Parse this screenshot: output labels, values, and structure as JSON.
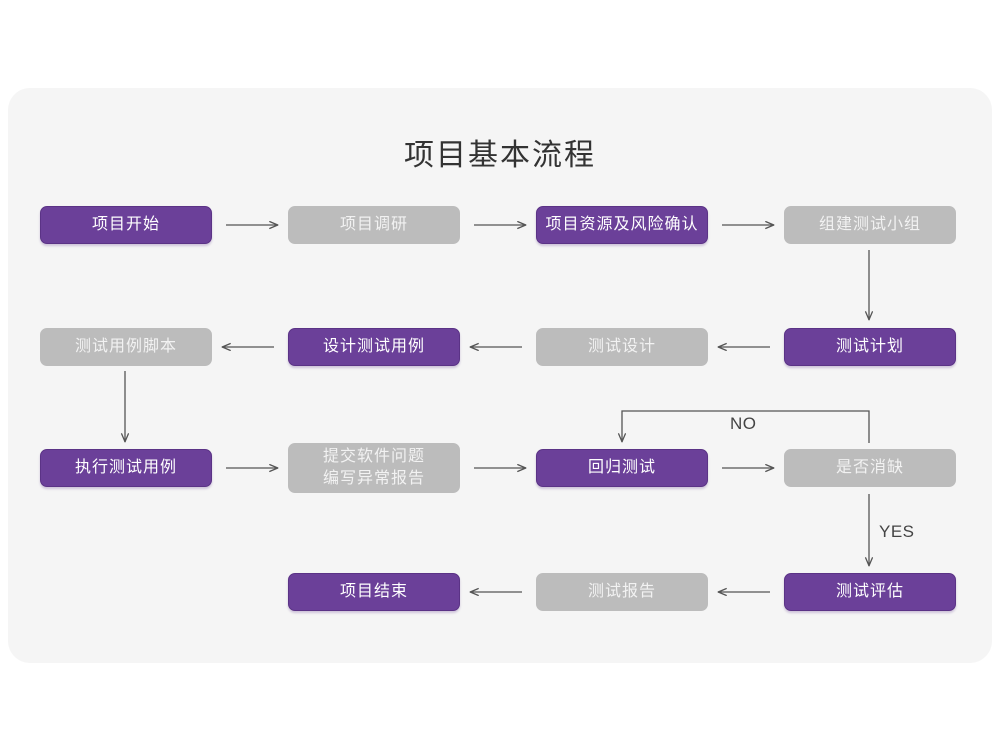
{
  "title": "项目基本流程",
  "colors": {
    "purple": "#6b4099",
    "gray": "#bcbcbc",
    "card_background": "#f5f5f5",
    "page_background": "#ffffff",
    "connector": "#555555",
    "title_text": "#333333"
  },
  "nodes": [
    {
      "id": "project-start",
      "label": "项目开始",
      "style": "purple",
      "row": 1,
      "col": 1
    },
    {
      "id": "project-research",
      "label": "项目调研",
      "style": "gray",
      "row": 1,
      "col": 2
    },
    {
      "id": "resource-risk",
      "label": "项目资源及风险确认",
      "style": "purple",
      "row": 1,
      "col": 3
    },
    {
      "id": "build-team",
      "label": "组建测试小组",
      "style": "gray",
      "row": 1,
      "col": 4
    },
    {
      "id": "case-script",
      "label": "测试用例脚本",
      "style": "gray",
      "row": 2,
      "col": 1
    },
    {
      "id": "design-case",
      "label": "设计测试用例",
      "style": "purple",
      "row": 2,
      "col": 2
    },
    {
      "id": "test-design",
      "label": "测试设计",
      "style": "gray",
      "row": 2,
      "col": 3
    },
    {
      "id": "test-plan",
      "label": "测试计划",
      "style": "purple",
      "row": 2,
      "col": 4
    },
    {
      "id": "execute-case",
      "label": "执行测试用例",
      "style": "purple",
      "row": 3,
      "col": 1
    },
    {
      "id": "submit-issue",
      "label": "提交软件问题\n编写异常报告",
      "style": "gray",
      "row": 3,
      "col": 2
    },
    {
      "id": "regression-test",
      "label": "回归测试",
      "style": "purple",
      "row": 3,
      "col": 3
    },
    {
      "id": "defect-cleared",
      "label": "是否消缺",
      "style": "gray",
      "row": 3,
      "col": 4
    },
    {
      "id": "project-end",
      "label": "项目结束",
      "style": "purple",
      "row": 4,
      "col": 2
    },
    {
      "id": "test-report",
      "label": "测试报告",
      "style": "gray",
      "row": 4,
      "col": 3
    },
    {
      "id": "test-evaluation",
      "label": "测试评估",
      "style": "purple",
      "row": 4,
      "col": 4
    }
  ],
  "edge_labels": [
    {
      "id": "no-label",
      "text": "NO"
    },
    {
      "id": "yes-label",
      "text": "YES"
    }
  ],
  "edges": [
    {
      "from": "project-start",
      "to": "project-research",
      "direction": "right"
    },
    {
      "from": "project-research",
      "to": "resource-risk",
      "direction": "right"
    },
    {
      "from": "resource-risk",
      "to": "build-team",
      "direction": "right"
    },
    {
      "from": "build-team",
      "to": "test-plan",
      "direction": "down"
    },
    {
      "from": "test-plan",
      "to": "test-design",
      "direction": "left"
    },
    {
      "from": "test-design",
      "to": "design-case",
      "direction": "left"
    },
    {
      "from": "design-case",
      "to": "case-script",
      "direction": "left"
    },
    {
      "from": "case-script",
      "to": "execute-case",
      "direction": "down"
    },
    {
      "from": "execute-case",
      "to": "submit-issue",
      "direction": "right"
    },
    {
      "from": "submit-issue",
      "to": "regression-test",
      "direction": "right"
    },
    {
      "from": "regression-test",
      "to": "defect-cleared",
      "direction": "right"
    },
    {
      "from": "defect-cleared",
      "to": "regression-test",
      "direction": "loop-up",
      "label": "NO"
    },
    {
      "from": "defect-cleared",
      "to": "test-evaluation",
      "direction": "down",
      "label": "YES"
    },
    {
      "from": "test-evaluation",
      "to": "test-report",
      "direction": "left"
    },
    {
      "from": "test-report",
      "to": "project-end",
      "direction": "left"
    }
  ]
}
